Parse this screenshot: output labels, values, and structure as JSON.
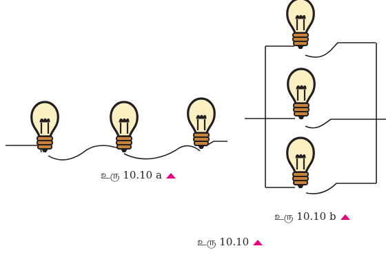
{
  "colors": {
    "wire": "#231f20",
    "bulb_glass": "#fbf0c2",
    "bulb_outline": "#231f20",
    "bulb_base": "#c8843c",
    "arrow": "#e6007e"
  },
  "icons": {
    "bulb": "light-bulb-icon",
    "marker": "triangle-up-icon"
  },
  "captions": {
    "series": "உரு 10.10 a",
    "parallel": "உரு 10.10 b",
    "figure": "உரு 10.10"
  }
}
